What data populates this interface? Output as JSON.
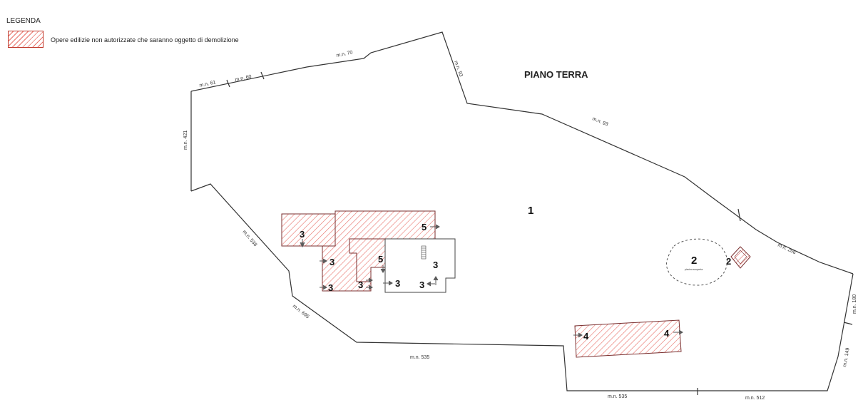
{
  "legend": {
    "title": "LEGENDA",
    "item_text": "Opere edilizie non autorizzate che saranno oggetto di demolizione"
  },
  "plan": {
    "title": "PIANO TERRA",
    "hatch_color": "#e8726a",
    "labels": {
      "area_main": "1",
      "area_pool": "2",
      "area_shed": "2",
      "pool_caption": "piscina scoperta",
      "shed_caption": "",
      "n3": "3",
      "n4": "4",
      "n5": "5"
    },
    "parcels": {
      "mn61": "m.n. 61",
      "mn60": "m.n. 60",
      "mn70": "m.n. 70",
      "mn93a": "m.n. 93",
      "mn93b": "m.n. 93",
      "mn421": "m.n. 421",
      "mn206": "m.n. 206",
      "mn538": "m.n. 538",
      "mn695": "m.n. 695",
      "mn535a": "m.n. 535",
      "mn535b": "m.n. 535",
      "mn512": "m.n. 512",
      "mn180": "m.n. 180",
      "mn149": "m.n. 149"
    }
  }
}
